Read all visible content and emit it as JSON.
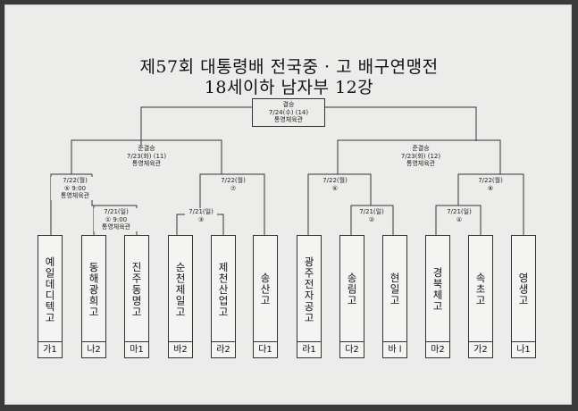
{
  "title_line1": "제57회 대통령배 전국중 · 고 배구연맹전",
  "title_line2": "18세이하 남자부 12강",
  "matches": {
    "final": [
      "결승",
      "7/24(수) (14)",
      "통영체육관"
    ],
    "semi_left": [
      "준결승",
      "7/23(화) (11)",
      "통영체육관"
    ],
    "semi_right": [
      "준결승",
      "7/23(화) (12)",
      "통영체육관"
    ],
    "qf1": [
      "7/22(월)",
      "⑤ 9:00",
      "통영체육관"
    ],
    "qf2": [
      "7/22(월)",
      "⑦"
    ],
    "qf3": [
      "7/22(월)",
      "⑥"
    ],
    "qf4": [
      "7/22(월)",
      "⑧"
    ],
    "r1": [
      "7/21(일)",
      "① 9:00",
      "통영체육관"
    ],
    "r2": [
      "7/21(일)",
      "③"
    ],
    "r3": [
      "7/21(일)",
      "②"
    ],
    "r4": [
      "7/21(일)",
      "④"
    ]
  },
  "teams": [
    {
      "name": "예일데디텍고",
      "code": "가1"
    },
    {
      "name": "동해광희고",
      "code": "나2"
    },
    {
      "name": "진주동명고",
      "code": "마1"
    },
    {
      "name": "순천제일고",
      "code": "바2"
    },
    {
      "name": "제천산업고",
      "code": "라2"
    },
    {
      "name": "송산고",
      "code": "다1"
    },
    {
      "name": "광주전자공고",
      "code": "라1"
    },
    {
      "name": "송림고",
      "code": "다2"
    },
    {
      "name": "현일고",
      "code": "바 l"
    },
    {
      "name": "경북체고",
      "code": "마2"
    },
    {
      "name": "속초고",
      "code": "가2"
    },
    {
      "name": "영생고",
      "code": "나1"
    }
  ]
}
